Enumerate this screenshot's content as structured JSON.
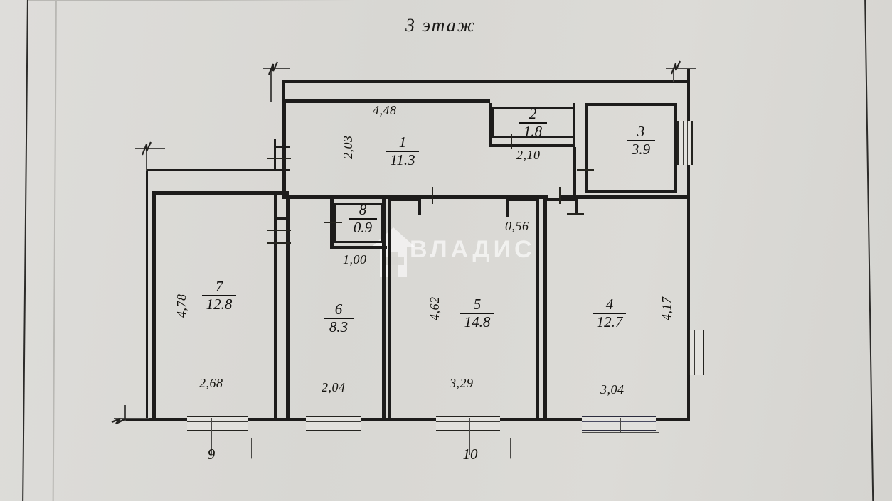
{
  "document": {
    "type": "floor-plan-photo",
    "title": "3 этаж",
    "paper_background": "#d9d8d4",
    "ink_color": "#1d1c1b"
  },
  "watermark": {
    "text": "ВЛАДИС",
    "logo_name": "vladis-house-logo",
    "color": "#ffffff"
  },
  "rooms": [
    {
      "id": "room-1",
      "number": "1",
      "area": "11.3",
      "width_label": "4,48",
      "height_label": "2,03"
    },
    {
      "id": "room-2",
      "number": "2",
      "area": "1.8",
      "width_label": "2,10",
      "height_label": ""
    },
    {
      "id": "room-3",
      "number": "3",
      "area": "3.9",
      "width_label": "",
      "height_label": ""
    },
    {
      "id": "room-4",
      "number": "4",
      "area": "12.7",
      "width_label": "3,04",
      "height_label": "4,17"
    },
    {
      "id": "room-5",
      "number": "5",
      "area": "14.8",
      "width_label": "3,29",
      "height_label": "4,62"
    },
    {
      "id": "room-6",
      "number": "6",
      "area": "8.3",
      "width_label": "2,04",
      "height_label": ""
    },
    {
      "id": "room-7",
      "number": "7",
      "area": "12.8",
      "width_label": "2,68",
      "height_label": "4,78"
    },
    {
      "id": "room-8",
      "number": "8",
      "area": "0.9",
      "width_label": "1,00",
      "height_label": ""
    }
  ],
  "balconies": [
    {
      "id": "balcony-9",
      "number": "9"
    },
    {
      "id": "balcony-10",
      "number": "10"
    }
  ],
  "dimensions": {
    "room1_width": "4,48",
    "room1_height": "2,03",
    "room2_width": "2,10",
    "room8_width": "1,00",
    "corridor_offset": "0,56",
    "room7_height": "4,78",
    "room7_width": "2,68",
    "room6_width": "2,04",
    "room5_height": "4,62",
    "room5_width": "3,29",
    "room4_width": "3,04",
    "room4_height": "4,17"
  }
}
